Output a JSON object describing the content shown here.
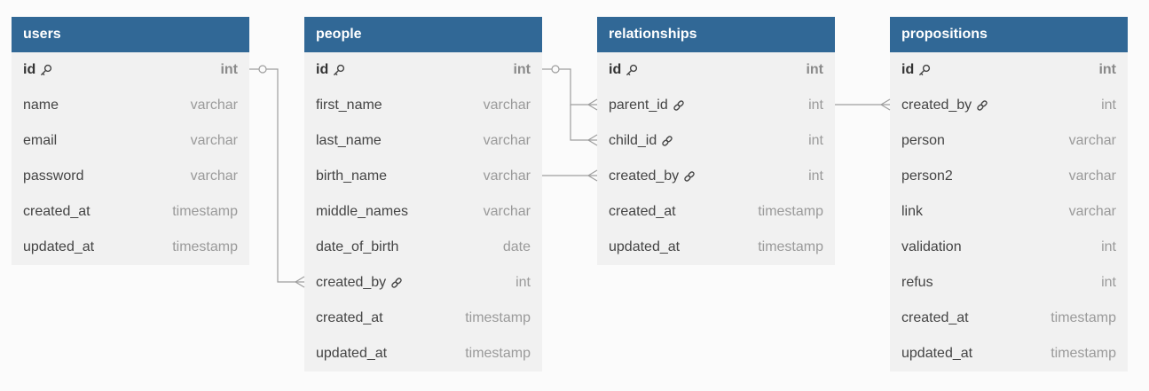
{
  "tables": [
    {
      "name": "users",
      "columns": [
        {
          "name": "id",
          "type": "int",
          "pk": true
        },
        {
          "name": "name",
          "type": "varchar"
        },
        {
          "name": "email",
          "type": "varchar"
        },
        {
          "name": "password",
          "type": "varchar"
        },
        {
          "name": "created_at",
          "type": "timestamp"
        },
        {
          "name": "updated_at",
          "type": "timestamp"
        }
      ]
    },
    {
      "name": "people",
      "columns": [
        {
          "name": "id",
          "type": "int",
          "pk": true
        },
        {
          "name": "first_name",
          "type": "varchar"
        },
        {
          "name": "last_name",
          "type": "varchar"
        },
        {
          "name": "birth_name",
          "type": "varchar"
        },
        {
          "name": "middle_names",
          "type": "varchar"
        },
        {
          "name": "date_of_birth",
          "type": "date"
        },
        {
          "name": "created_by",
          "type": "int",
          "fk": true
        },
        {
          "name": "created_at",
          "type": "timestamp"
        },
        {
          "name": "updated_at",
          "type": "timestamp"
        }
      ]
    },
    {
      "name": "relationships",
      "columns": [
        {
          "name": "id",
          "type": "int",
          "pk": true
        },
        {
          "name": "parent_id",
          "type": "int",
          "fk": true
        },
        {
          "name": "child_id",
          "type": "int",
          "fk": true
        },
        {
          "name": "created_by",
          "type": "int",
          "fk": true
        },
        {
          "name": "created_at",
          "type": "timestamp"
        },
        {
          "name": "updated_at",
          "type": "timestamp"
        }
      ]
    },
    {
      "name": "propositions",
      "columns": [
        {
          "name": "id",
          "type": "int",
          "pk": true
        },
        {
          "name": "created_by",
          "type": "int",
          "fk": true
        },
        {
          "name": "person",
          "type": "varchar"
        },
        {
          "name": "person2",
          "type": "varchar"
        },
        {
          "name": "link",
          "type": "varchar"
        },
        {
          "name": "validation",
          "type": "int"
        },
        {
          "name": "refus",
          "type": "int"
        },
        {
          "name": "created_at",
          "type": "timestamp"
        },
        {
          "name": "updated_at",
          "type": "timestamp"
        }
      ]
    }
  ],
  "colors": {
    "header_bg": "#316896",
    "header_text": "#ffffff",
    "table_bg": "#f1f1f1",
    "column_name": "#444444",
    "column_type": "#9a9a9a",
    "connector": "#9e9e9e"
  },
  "icons": {
    "primary_key": "key-icon",
    "foreign_key": "link-icon"
  },
  "relations": [
    {
      "from": "users.id",
      "to": "people.created_by",
      "cardinality": "one-to-many"
    },
    {
      "from": "people.id",
      "to": "relationships.parent_id",
      "cardinality": "one-to-many"
    },
    {
      "from": "people.id",
      "to": "relationships.child_id",
      "cardinality": "one-to-many"
    },
    {
      "from": "people.birth_name",
      "to": "relationships.created_by",
      "cardinality": "one-to-many"
    },
    {
      "from": "relationships.parent_id",
      "to": "propositions.created_by",
      "cardinality": "one-to-many"
    }
  ]
}
